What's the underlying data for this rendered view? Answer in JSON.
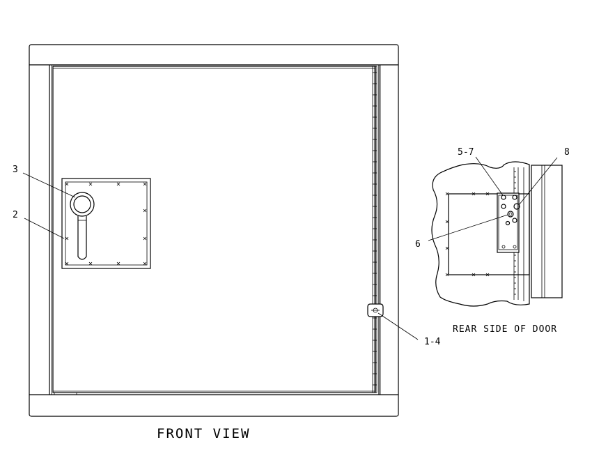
{
  "callouts": {
    "c3": "3",
    "c2": "2",
    "c14": "1-4",
    "c57": "5-7",
    "c8": "8",
    "c6": "6"
  },
  "captions": {
    "front": "FRONT VIEW",
    "rear": "REAR SIDE OF DOOR"
  }
}
